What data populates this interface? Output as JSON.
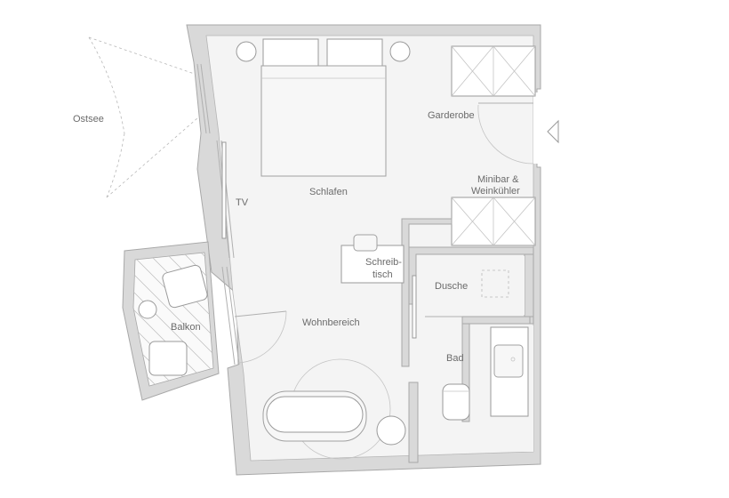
{
  "labels": {
    "sea": "Ostsee",
    "tv": "TV",
    "sleeping": "Schlafen",
    "wardrobe": "Garderobe",
    "minibar_line1": "Minibar &",
    "minibar_line2": "Weinkühler",
    "desk_line1": "Schreib-",
    "desk_line2": "tisch",
    "shower": "Dusche",
    "living": "Wohnbereich",
    "bath": "Bad",
    "balcony": "Balkon"
  }
}
